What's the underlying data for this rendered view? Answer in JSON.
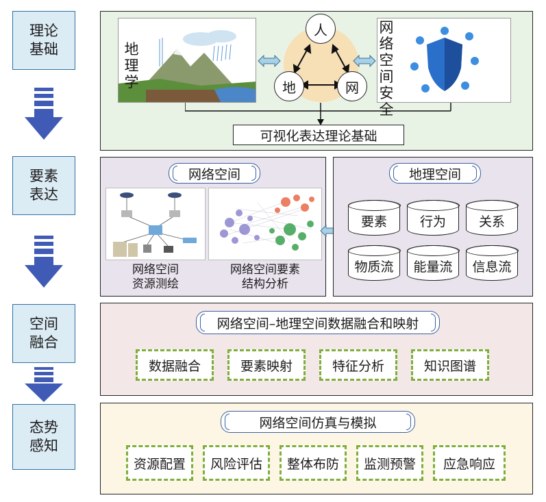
{
  "stages": [
    {
      "label": "理论\n基础"
    },
    {
      "label": "要素\n表达"
    },
    {
      "label": "空间\n融合"
    },
    {
      "label": "态势\n感知"
    }
  ],
  "theory": {
    "geography": "地理学",
    "security": "网络空间安全",
    "triangle": {
      "top": "人",
      "left": "地",
      "right": "网"
    },
    "foundation": "可视化表达理论基础"
  },
  "elements": {
    "cyber_title": "网络空间",
    "cyber_left_caption": "网络空间\n资源测绘",
    "cyber_right_caption": "网络空间要素\n结构分析",
    "geo_title": "地理空间",
    "geo_items": [
      "要素",
      "行为",
      "关系",
      "物质流",
      "能量流",
      "信息流"
    ]
  },
  "fusion": {
    "title": "网络空间–地理空间数据融合和映射",
    "items": [
      "数据融合",
      "要素映射",
      "特征分析",
      "知识图谱"
    ]
  },
  "awareness": {
    "title": "网络空间仿真与模拟",
    "items": [
      "资源配置",
      "风险评估",
      "整体布防",
      "监测预警",
      "应急响应"
    ]
  },
  "colors": {
    "stage_fill": "#dcecf5",
    "arrow_blue": "#3f5bb5",
    "panel1": "#e9f3e5",
    "panel2": "#e9e3ee",
    "panel3": "#f3e7e8",
    "panel4": "#fdf6e4",
    "dash_green": "#7fae3a"
  }
}
